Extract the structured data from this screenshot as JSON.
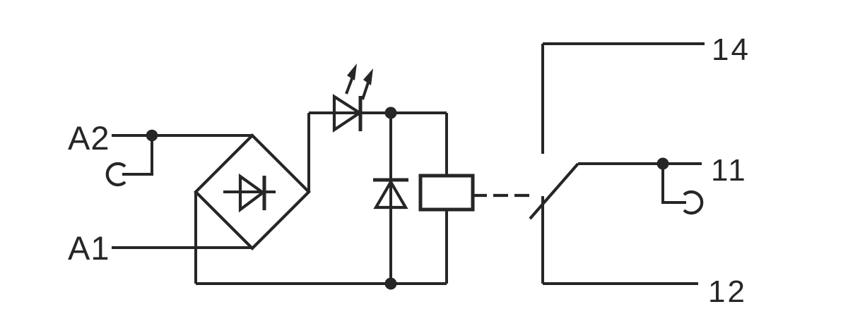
{
  "schematic": {
    "description": "relay-module-circuit-schematic",
    "background_color": "#ffffff",
    "line_color": "#262626",
    "terminals": {
      "coil_a2": {
        "label": "A2"
      },
      "coil_a1": {
        "label": "A1"
      },
      "contact_no": {
        "label": "14"
      },
      "contact_com": {
        "label": "11"
      },
      "contact_nc": {
        "label": "12"
      }
    },
    "components": {
      "bridge_rectifier": "bridge-rectifier-icon",
      "led": "led-indicator-icon",
      "freewheeling_diode": "freewheeling-diode-icon",
      "relay_coil": "relay-coil-icon",
      "contact": "changeover-contact-icon",
      "socket_left": "plug-socket-icon",
      "socket_right": "plug-socket-icon",
      "mechanical_link": "dashed-actuator-line"
    }
  }
}
